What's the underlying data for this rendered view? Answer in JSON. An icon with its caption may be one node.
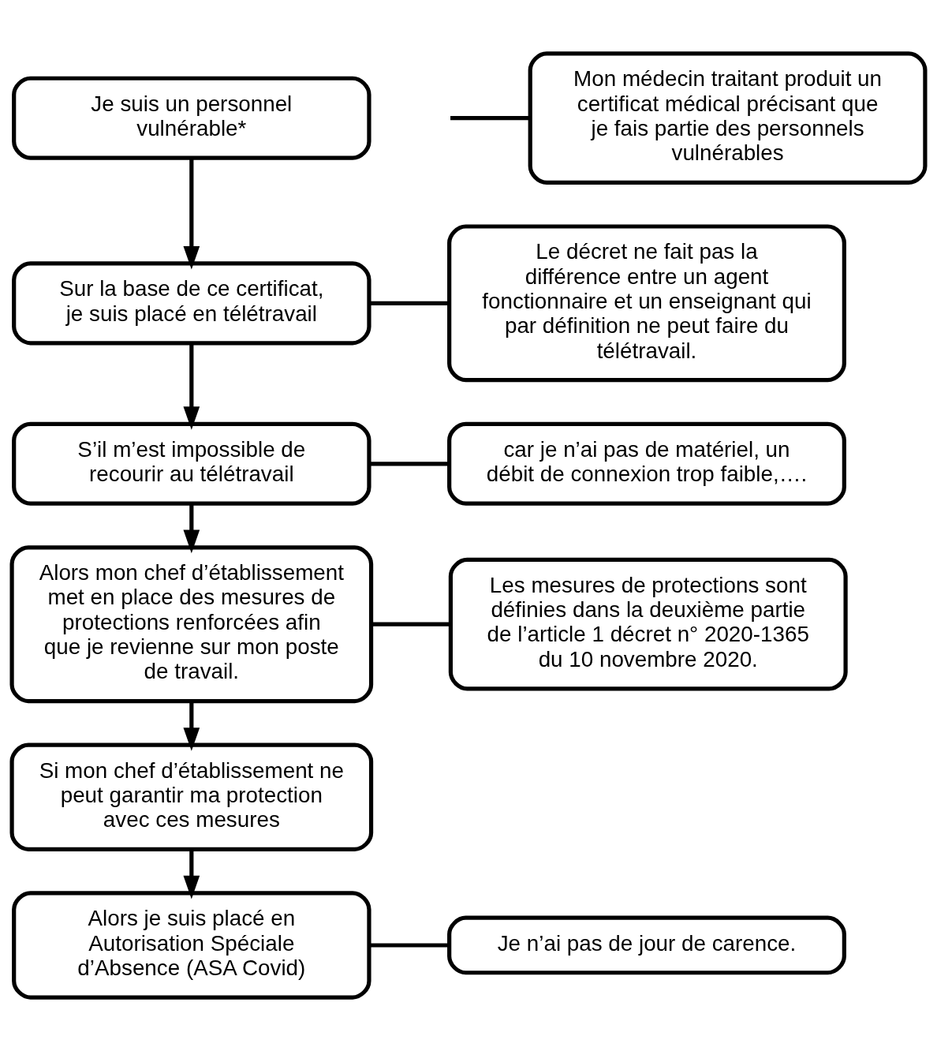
{
  "diagram": {
    "nodes": [
      {
        "text": [
          "Je suis un personnel vulnérable*"
        ]
      },
      {
        "text": [
          "Mon médecin traitant produit un certificat médical précisant que je fais partie des personnels vulnérables"
        ]
      },
      {
        "text": [
          "Sur la base de ce certificat, je suis placé en télétravail"
        ]
      },
      {
        "text": [
          "Le décret ne fait pas la différence entre un agent fonctionnaire et un enseignant qui par définition ne peut faire du télétravail."
        ]
      },
      {
        "text": [
          "S’il m’est impossible de recourir au télétravail"
        ]
      },
      {
        "text": [
          "car je n’ai pas de matériel, un débit de connexion trop faible,…."
        ]
      },
      {
        "text": [
          "Alors mon chef d’établissement met en place des mesures de protections renforcées afin que je revienne sur mon poste de travail."
        ]
      },
      {
        "text": [
          "Les mesures de protections sont définies dans la deuxième partie de l’article 1 décret n° 2020-1365 du 10 novembre 2020."
        ]
      },
      {
        "text": [
          "Si mon chef d’établissement ne peut garantir ma protection avec ces mesures"
        ]
      },
      {
        "text": [
          "Alors je suis placé en Autorisation Spéciale d’Absence (ASA Covid)"
        ]
      },
      {
        "text": [
          "Je n’ai pas de jour de carence."
        ]
      }
    ],
    "edges": [
      {
        "from": 0,
        "to": 2,
        "arrow": "to"
      },
      {
        "from": 1,
        "to": null,
        "arrow": "none"
      },
      {
        "from": 3,
        "to": 2,
        "arrow": "none"
      },
      {
        "from": 2,
        "to": 4,
        "arrow": "to"
      },
      {
        "from": 5,
        "to": 4,
        "arrow": "none"
      },
      {
        "from": 4,
        "to": 6,
        "arrow": "to"
      },
      {
        "from": 7,
        "to": 6,
        "arrow": "none"
      },
      {
        "from": 6,
        "to": 8,
        "arrow": "to"
      },
      {
        "from": 8,
        "to": 9,
        "arrow": "to"
      },
      {
        "from": 10,
        "to": 9,
        "arrow": "none"
      }
    ]
  }
}
